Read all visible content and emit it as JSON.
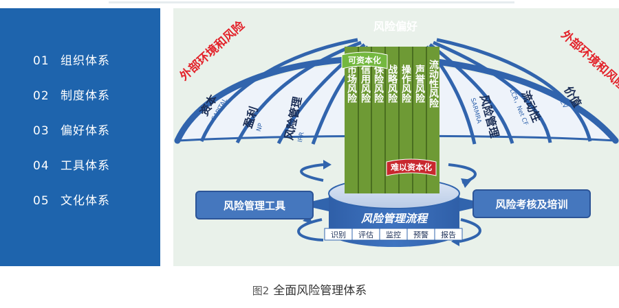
{
  "sidebar": {
    "items": [
      {
        "num": "01",
        "label": "组织体系"
      },
      {
        "num": "02",
        "label": "制度体系"
      },
      {
        "num": "03",
        "label": "偏好体系"
      },
      {
        "num": "04",
        "label": "工具体系"
      },
      {
        "num": "05",
        "label": "文化体系"
      }
    ]
  },
  "diagram": {
    "umbrella_title": "风险偏好",
    "external_left": "外部环境和风险",
    "external_right": "外部环境和风险",
    "left_ribs": [
      {
        "main": "资本",
        "sub": "CAPITAL"
      },
      {
        "main": "盈利",
        "sub": "NP"
      },
      {
        "main": "风险管理",
        "sub": "IRR"
      }
    ],
    "right_ribs": [
      {
        "main": "风险管理",
        "sub": "SARMRA"
      },
      {
        "main": "流动性",
        "sub": "LCR，Net CF"
      },
      {
        "main": "价值",
        "sub": "NBEV"
      }
    ],
    "columns": [
      "市场风险",
      "信用风险",
      "保险风险",
      "战略风险",
      "操作风险",
      "声誉风险",
      "流动性风险"
    ],
    "capitalizable": "可资本化",
    "non_capitalizable": "难以资本化",
    "left_box": "风险管理工具",
    "right_box": "风险考核及培训",
    "process_title": "风险管理流程",
    "process_steps": [
      "识别",
      "评估",
      "监控",
      "预警",
      "报告"
    ]
  },
  "caption": {
    "figure": "图2",
    "text": "全面风险管理体系"
  },
  "colors": {
    "sidebar_bg": "#1e64ad",
    "panel_bg": "#e9f1ea",
    "rib_blue": "#3164ad",
    "column_green": "#6e9a35",
    "accent_red": "#e3222a"
  }
}
